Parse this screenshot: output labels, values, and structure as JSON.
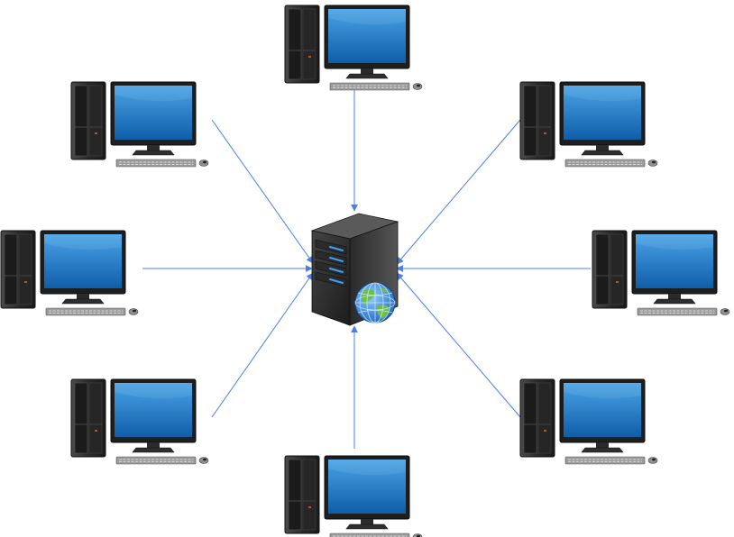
{
  "diagram": {
    "type": "network-star-topology",
    "hub": {
      "icon": "web-server-globe-icon"
    },
    "nodes": [
      {
        "id": "pc-top",
        "icon": "desktop-computer-icon"
      },
      {
        "id": "pc-top-left",
        "icon": "desktop-computer-icon"
      },
      {
        "id": "pc-top-right",
        "icon": "desktop-computer-icon"
      },
      {
        "id": "pc-left",
        "icon": "desktop-computer-icon"
      },
      {
        "id": "pc-right",
        "icon": "desktop-computer-icon"
      },
      {
        "id": "pc-bottom-left",
        "icon": "desktop-computer-icon"
      },
      {
        "id": "pc-bottom-right",
        "icon": "desktop-computer-icon"
      },
      {
        "id": "pc-bottom",
        "icon": "desktop-computer-icon"
      }
    ],
    "connector": {
      "color": "#4a7fe8",
      "arrow": "to-hub"
    },
    "colors": {
      "screen_top": "#4aa3e6",
      "screen_bottom": "#0f5ea8",
      "tower": "#2f2f2f",
      "server": "#353535",
      "server_led": "#3aa0ff",
      "globe_water": "#2f7fd6",
      "globe_land": "#6cc04a"
    }
  }
}
